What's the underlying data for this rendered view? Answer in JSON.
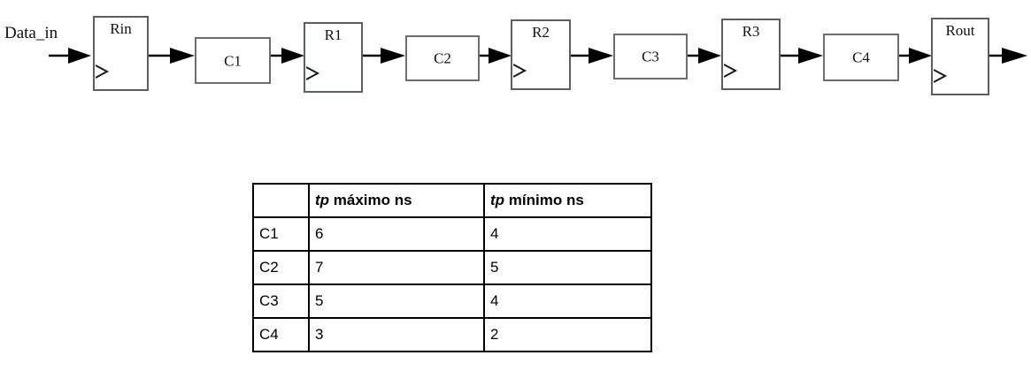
{
  "diagram": {
    "name": "pipeline-datapath",
    "input_signal_label": "Data_in",
    "blocks": [
      {
        "id": "Rin",
        "label": "Rin",
        "type": "register",
        "clock_edge_icon": "clock-triangle-icon"
      },
      {
        "id": "C1",
        "label": "C1",
        "type": "combinational"
      },
      {
        "id": "R1",
        "label": "R1",
        "type": "register",
        "clock_edge_icon": "clock-triangle-icon"
      },
      {
        "id": "C2",
        "label": "C2",
        "type": "combinational"
      },
      {
        "id": "R2",
        "label": "R2",
        "type": "register",
        "clock_edge_icon": "clock-triangle-icon"
      },
      {
        "id": "C3",
        "label": "C3",
        "type": "combinational"
      },
      {
        "id": "R3",
        "label": "R3",
        "type": "register",
        "clock_edge_icon": "clock-triangle-icon"
      },
      {
        "id": "C4",
        "label": "C4",
        "type": "combinational"
      },
      {
        "id": "Rout",
        "label": "Rout",
        "type": "register",
        "clock_edge_icon": "clock-triangle-icon"
      }
    ],
    "arrow_icon": "arrow-right-icon",
    "line_color": "#5a5f63",
    "arrow_color": "#000000"
  },
  "table": {
    "columns": [
      "",
      "tp máximo ns",
      "tp mínimo ns"
    ],
    "header": {
      "corner": "",
      "max": {
        "symbol": "tp",
        "rest": " máximo ns"
      },
      "min": {
        "symbol": "tp",
        "rest": " mínimo ns"
      }
    },
    "rows": [
      {
        "label": "C1",
        "max": "6",
        "min": "4"
      },
      {
        "label": "C2",
        "max": "7",
        "min": "5"
      },
      {
        "label": "C3",
        "max": "5",
        "min": "4"
      },
      {
        "label": "C4",
        "max": "3",
        "min": "2"
      }
    ]
  },
  "chart_data": {
    "type": "table",
    "title": "",
    "categories": [
      "C1",
      "C2",
      "C3",
      "C4"
    ],
    "series": [
      {
        "name": "tp máximo ns",
        "values": [
          6,
          7,
          5,
          3
        ]
      },
      {
        "name": "tp mínimo ns",
        "values": [
          4,
          5,
          4,
          2
        ]
      }
    ],
    "xlabel": "",
    "ylabel": "ns"
  }
}
